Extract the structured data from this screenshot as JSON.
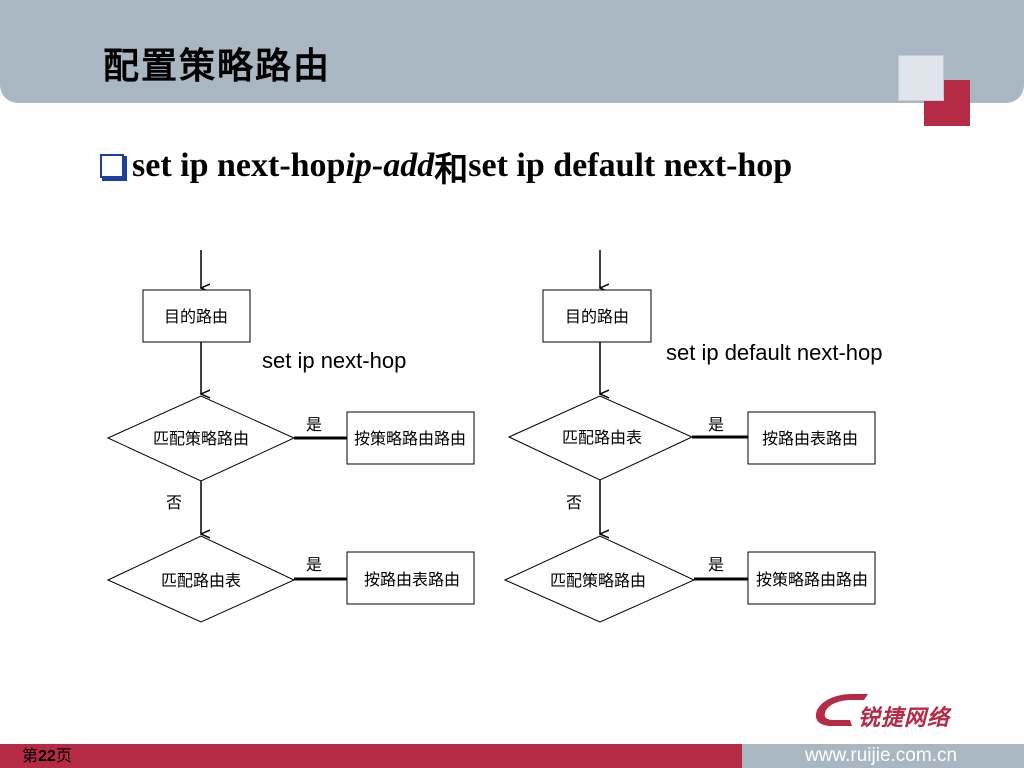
{
  "slide": {
    "title": "配置策略路由",
    "bullet": {
      "part1": "set ip next-hop ",
      "part2_italic": "ip-add",
      "part3": "和",
      "part4": "set ip default next-hop"
    }
  },
  "left_flow": {
    "label": "set ip next-hop",
    "start_box": "目的路由",
    "decision1": "匹配策略路由",
    "yes1": "是",
    "result1": "按策略路由路由",
    "no": "否",
    "decision2": "匹配路由表",
    "yes2": "是",
    "result2": "按路由表路由"
  },
  "right_flow": {
    "label": "set ip default next-hop",
    "start_box": "目的路由",
    "decision1": "匹配路由表",
    "yes1": "是",
    "result1": "按路由表路由",
    "no": "否",
    "decision2": "匹配策略路由",
    "yes2": "是",
    "result2": "按策略路由路由"
  },
  "footer": {
    "page_prefix": "第",
    "page_number": "22",
    "page_suffix": "页",
    "url": "www.ruijie.com.cn",
    "logo_text": "锐捷网络"
  },
  "colors": {
    "header": "#a8b7c2",
    "accent_red": "#b52a45",
    "bullet_blue": "#1f3f9f"
  }
}
